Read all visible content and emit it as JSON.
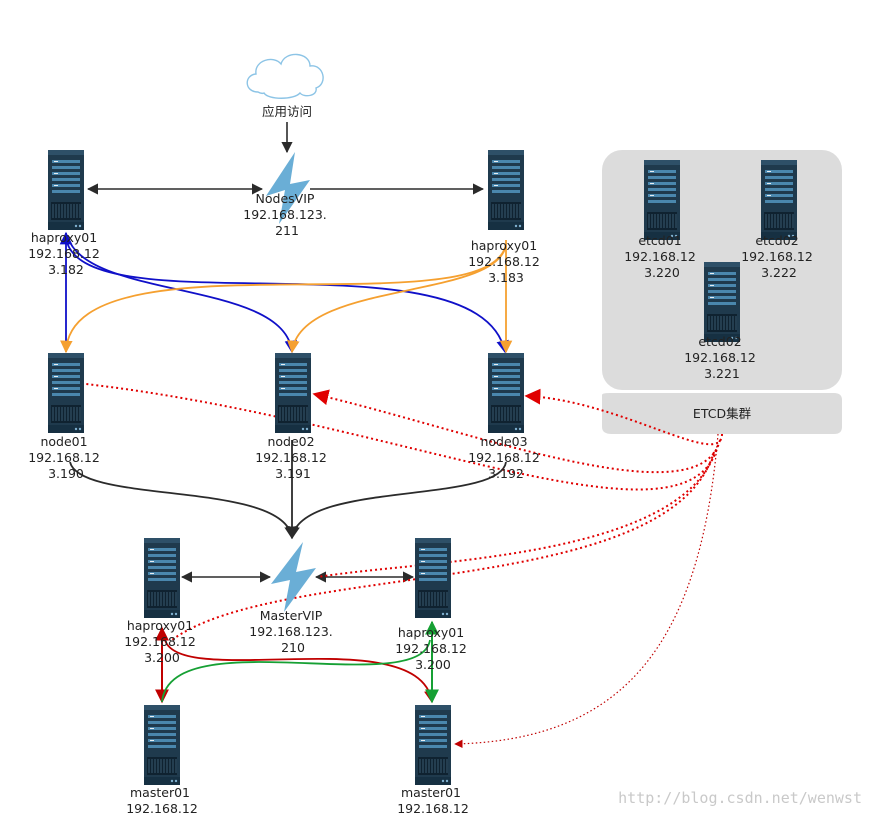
{
  "cloud": {
    "label": "应用访问",
    "icon": "cloud-icon"
  },
  "vips": [
    {
      "id": "nodesvip",
      "lines": [
        "NodesVIP",
        "192.168.123.",
        "211"
      ],
      "icon": "lightning-icon"
    },
    {
      "id": "mastervip",
      "lines": [
        "MasterVIP",
        "192.168.123.",
        "210"
      ],
      "icon": "lightning-icon"
    }
  ],
  "servers": [
    {
      "id": "haproxy-top-left",
      "lines": [
        "haproxy01",
        "192.168.12",
        "3.182"
      ]
    },
    {
      "id": "haproxy-top-right",
      "lines": [
        "haproxy01",
        "192.168.12",
        "3.183"
      ]
    },
    {
      "id": "node01",
      "lines": [
        "node01",
        "192.168.12",
        "3.190"
      ]
    },
    {
      "id": "node02",
      "lines": [
        "node02",
        "192.168.12",
        "3.191"
      ]
    },
    {
      "id": "node03",
      "lines": [
        "node03",
        "192.168.12",
        "3.192"
      ]
    },
    {
      "id": "haproxy-bottom-left",
      "lines": [
        "haproxy01",
        "192.168.12",
        "3.200"
      ]
    },
    {
      "id": "haproxy-bottom-right",
      "lines": [
        "haproxy01",
        "192.168.12",
        "3.200"
      ]
    },
    {
      "id": "master01-left",
      "lines": [
        "master01",
        "192.168.12"
      ]
    },
    {
      "id": "master01-right",
      "lines": [
        "master01",
        "192.168.12"
      ]
    }
  ],
  "etcd": {
    "label": "ETCD集群",
    "members": [
      {
        "id": "etcd01",
        "lines": [
          "etcd01",
          "192.168.12",
          "3.220"
        ]
      },
      {
        "id": "etcd02-a",
        "lines": [
          "etcd02",
          "192.168.12",
          "3.222"
        ]
      },
      {
        "id": "etcd02-b",
        "lines": [
          "etcd02",
          "192.168.12",
          "3.221"
        ]
      }
    ]
  },
  "watermark": "http://blog.csdn.net/wenwst",
  "colors": {
    "server_body": "#1f3a4d",
    "lightning": "#6aaed6",
    "blue_link": "#1010c8",
    "orange_link": "#f5a030",
    "red_link": "#e00000",
    "green_link": "#16a034",
    "dark_red_link": "#c00000",
    "black_link": "#2b2b2b"
  }
}
